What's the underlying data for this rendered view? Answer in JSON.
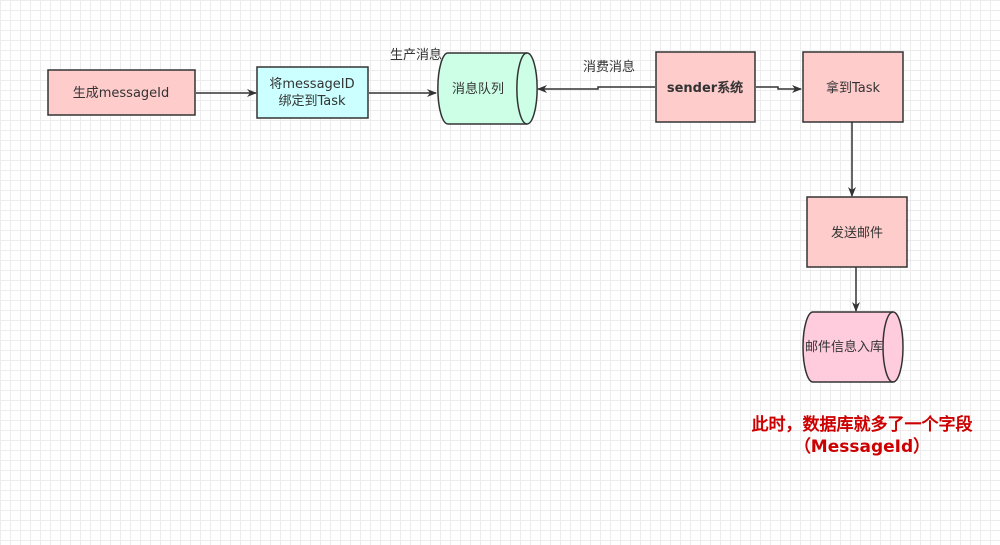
{
  "colors": {
    "pink_box": "#ffcccc",
    "cyan_box": "#ccffff",
    "green_queue": "#ccffe6",
    "pink_db": "#ffccdd",
    "stroke": "#333333",
    "note": "#cc0000"
  },
  "nodes": {
    "gen_message_id": "生成messageId",
    "bind_task_line1": "将messageID",
    "bind_task_line2": "绑定到Task",
    "message_queue": "消息队列",
    "sender_system": "sender系统",
    "get_task": "拿到Task",
    "send_mail": "发送邮件",
    "mail_db": "邮件信息入库"
  },
  "edges": {
    "produce": "生产消息",
    "consume": "消费消息"
  },
  "note": {
    "line1": "此时，数据库就多了一个字段",
    "line2": "（MessageId）"
  }
}
